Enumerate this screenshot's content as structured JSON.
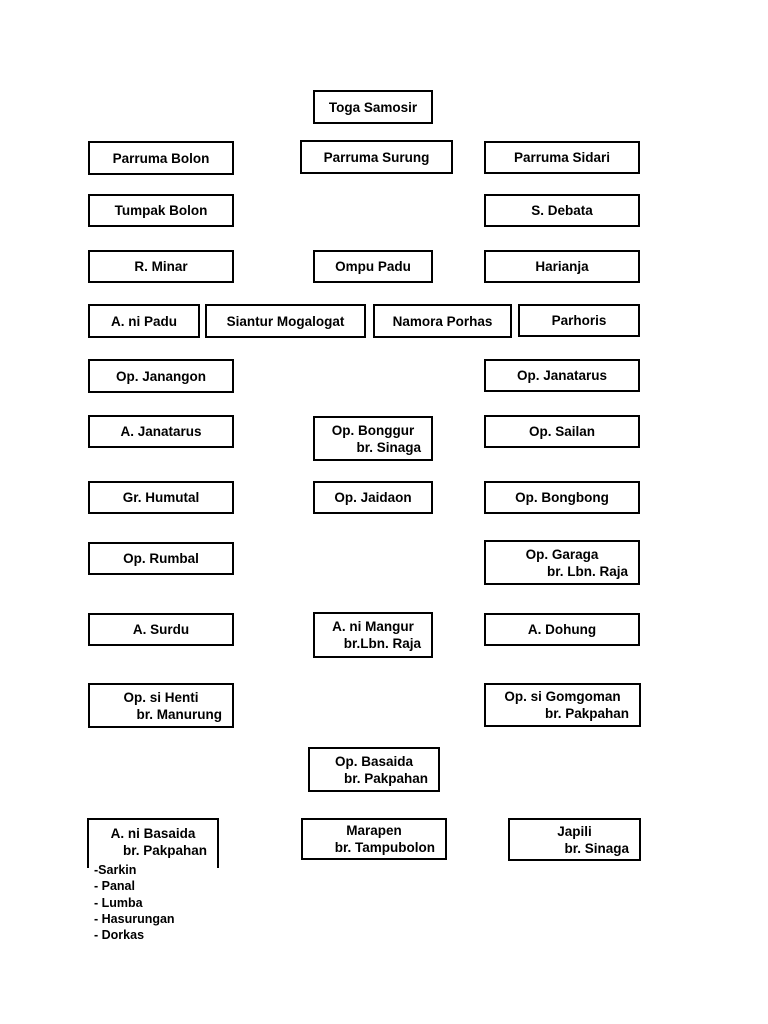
{
  "colors": {
    "background": "#ffffff",
    "box_border": "#000000",
    "text": "#000000"
  },
  "tree": {
    "boxes": {
      "toga_samosir": {
        "label": "Toga Samosir"
      },
      "parruma_bolon": {
        "label": "Parruma Bolon"
      },
      "parruma_surung": {
        "label": "Parruma Surung"
      },
      "parruma_sidari": {
        "label": "Parruma Sidari"
      },
      "tumpak_bolon": {
        "label": "Tumpak Bolon"
      },
      "s_debata": {
        "label": "S. Debata"
      },
      "r_minar": {
        "label": "R. Minar"
      },
      "ompu_padu": {
        "label": "Ompu Padu"
      },
      "harianja": {
        "label": "Harianja"
      },
      "a_ni_padu": {
        "label": "A. ni Padu"
      },
      "siantur_mogalogat": {
        "label": "Siantur Mogalogat"
      },
      "namora_porhas": {
        "label": "Namora Porhas"
      },
      "parhoris": {
        "label": "Parhoris"
      },
      "op_janangon": {
        "label": "Op. Janangon"
      },
      "op_janatarus": {
        "label": "Op. Janatarus"
      },
      "a_janatarus": {
        "label": "A. Janatarus"
      },
      "op_bonggur": {
        "label": "Op. Bonggur",
        "wife": "br. Sinaga"
      },
      "op_sailan": {
        "label": "Op. Sailan"
      },
      "gr_humutal": {
        "label": "Gr. Humutal"
      },
      "op_jaidaon": {
        "label": "Op. Jaidaon"
      },
      "op_bongbong": {
        "label": "Op. Bongbong"
      },
      "op_rumbal": {
        "label": "Op. Rumbal"
      },
      "op_garaga": {
        "label": "Op. Garaga",
        "wife": "br. Lbn. Raja"
      },
      "a_surdu": {
        "label": "A. Surdu"
      },
      "a_ni_mangur": {
        "label": "A. ni Mangur",
        "wife": "br.Lbn. Raja"
      },
      "a_dohung": {
        "label": "A. Dohung"
      },
      "op_si_henti": {
        "label": "Op. si Henti",
        "wife": "br. Manurung"
      },
      "op_si_gomgoman": {
        "label": "Op. si Gomgoman",
        "wife": "br. Pakpahan"
      },
      "op_basaida": {
        "label": "Op. Basaida",
        "wife": "br. Pakpahan"
      },
      "a_ni_basaida": {
        "label": "A. ni Basaida",
        "wife": "br. Pakpahan"
      },
      "marapen": {
        "label": "Marapen",
        "wife": "br. Tampubolon"
      },
      "japili": {
        "label": "Japili",
        "wife": "br. Sinaga"
      }
    },
    "children_list": {
      "items": [
        "-Sarkin",
        "- Panal",
        "- Lumba",
        "- Hasurungan",
        "- Dorkas"
      ]
    }
  }
}
